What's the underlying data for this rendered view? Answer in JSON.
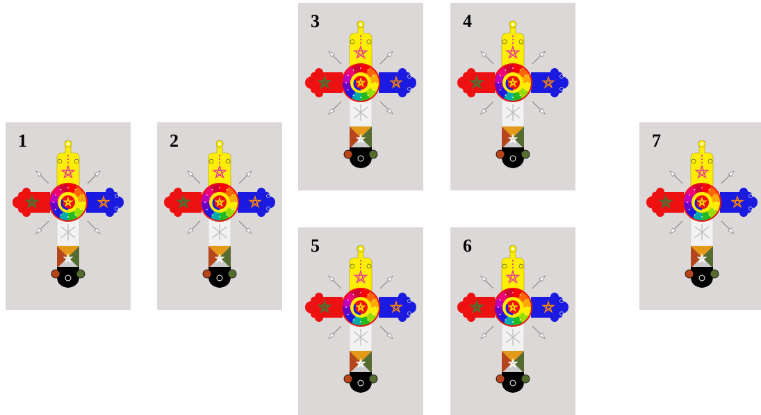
{
  "cards": [
    {
      "number": "1"
    },
    {
      "number": "2"
    },
    {
      "number": "3"
    },
    {
      "number": "4"
    },
    {
      "number": "5"
    },
    {
      "number": "6"
    },
    {
      "number": "7"
    }
  ],
  "colors": {
    "card_background": "#dcd8d8",
    "top_arm": "#ffee00",
    "left_arm": "#ee1111",
    "right_arm": "#1a1ae0",
    "bottom_arm": "#f2f2f2",
    "base_black": "#000000",
    "base_olive": "#556b2f",
    "base_orange": "#e49a18",
    "base_russet": "#b5451b"
  },
  "symbol": "rose-cross-lamen"
}
